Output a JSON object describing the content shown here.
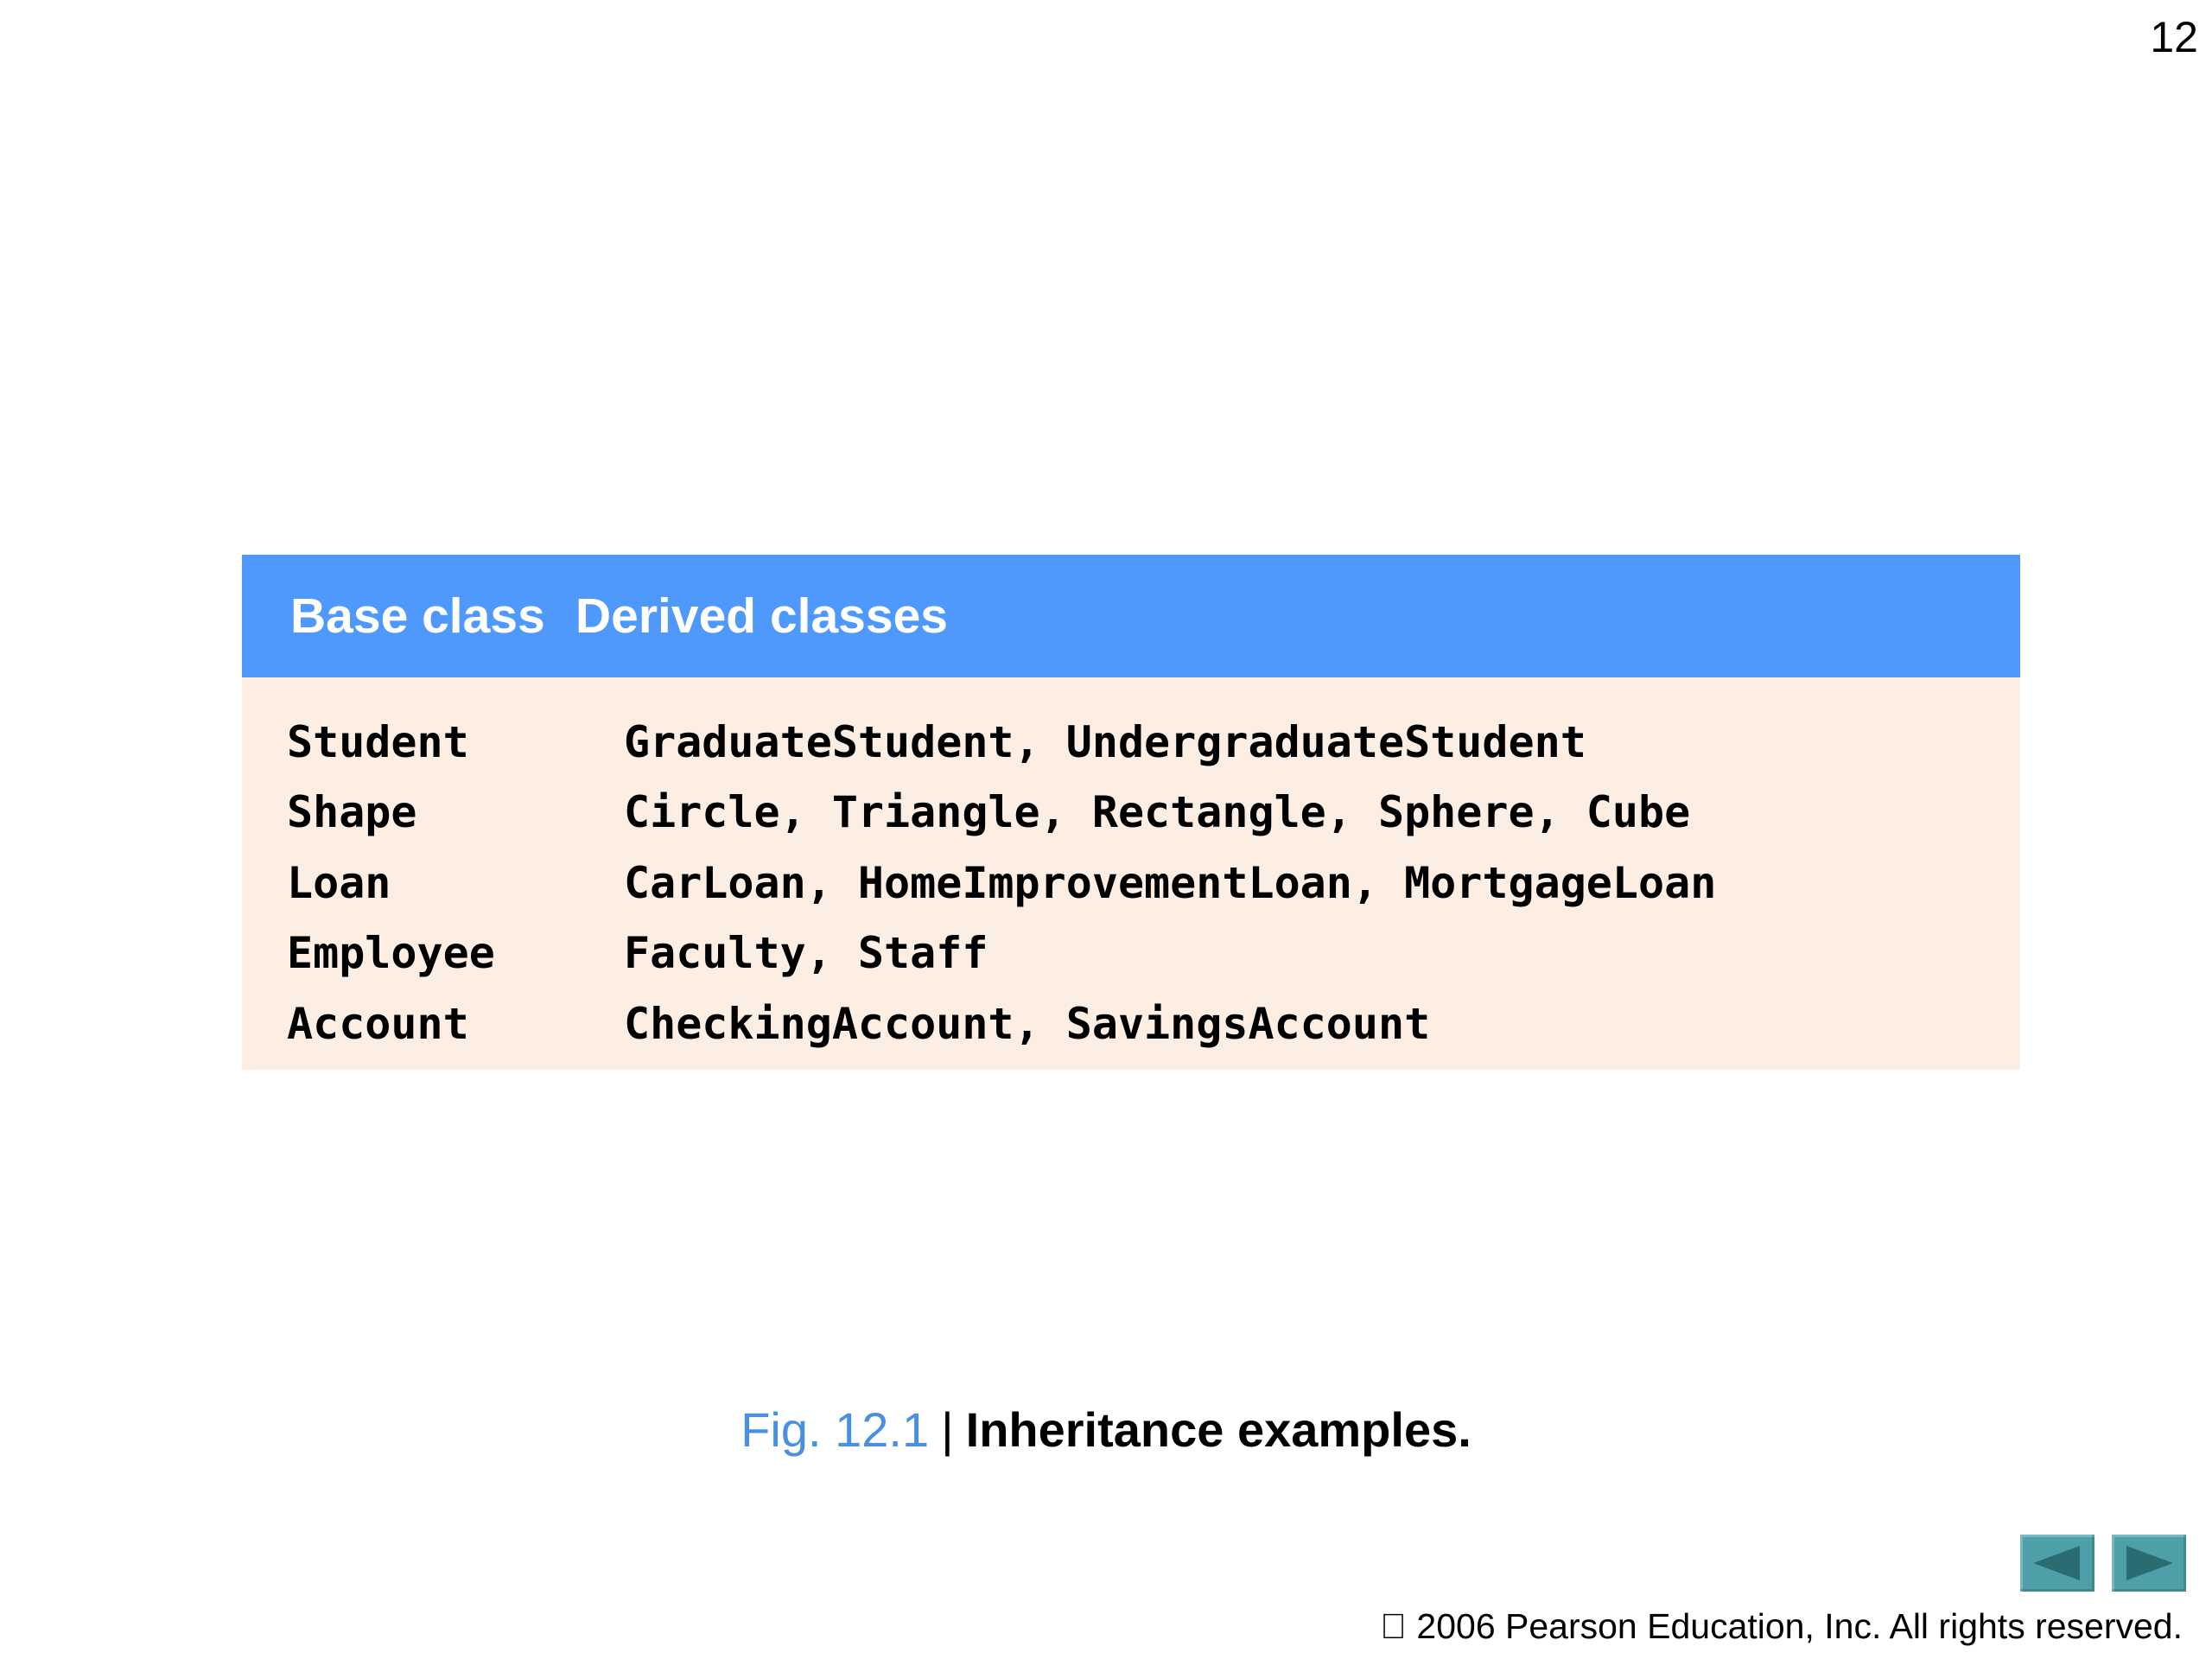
{
  "page_number": "12",
  "table": {
    "headers": {
      "base": "Base class",
      "derived": "Derived classes"
    },
    "rows": [
      {
        "base": "Student",
        "derived": "GraduateStudent, UndergraduateStudent"
      },
      {
        "base": "Shape",
        "derived": "Circle, Triangle, Rectangle, Sphere, Cube"
      },
      {
        "base": "Loan",
        "derived": "CarLoan, HomeImprovementLoan, MortgageLoan"
      },
      {
        "base": "Employee",
        "derived": "Faculty, Staff"
      },
      {
        "base": "Account",
        "derived": "CheckingAccount, SavingsAccount"
      }
    ],
    "colors": {
      "header_bg": "#4f99fd",
      "body_bg": "#fdeee4"
    }
  },
  "caption": {
    "fig_label": "Fig. 12.1",
    "separator": "|",
    "title": "Inheritance examples."
  },
  "nav": {
    "prev_icon": "triangle-left-icon",
    "next_icon": "triangle-right-icon",
    "button_color": "#4da0a8"
  },
  "footer": {
    "copyright": "\u0000 2006 Pearson Education, Inc.  All rights reserved."
  }
}
